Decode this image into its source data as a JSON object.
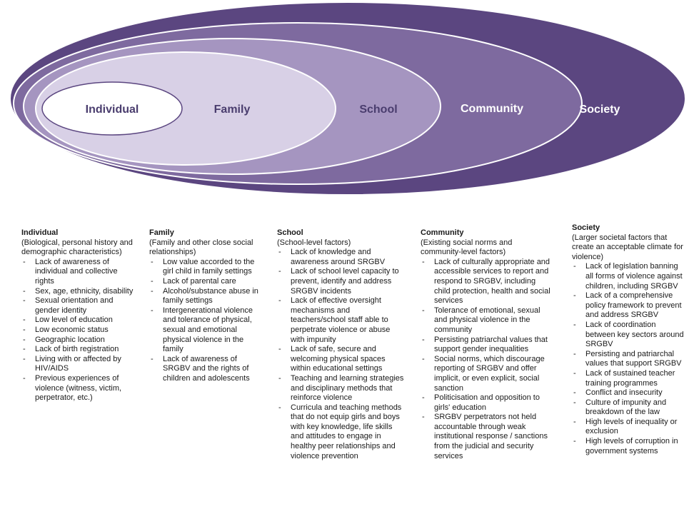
{
  "diagram": {
    "colors": {
      "society": "#5b4680",
      "community": "#7e6a9f",
      "school": "#a595c0",
      "family": "#d8d0e6",
      "individual": "#ffffff",
      "label_inner": "#4a3d6e",
      "label_outer": "#ffffff",
      "ring_stroke": "#ffffff"
    },
    "labels": {
      "individual": "Individual",
      "family": "Family",
      "school": "School",
      "community": "Community",
      "society": "Society"
    }
  },
  "columns": {
    "individual": {
      "title": "Individual",
      "subtitle": "(Biological, personal history and demographic characteristics)",
      "items": [
        "Lack of awareness of individual and collective rights",
        "Sex, age, ethnicity, disability",
        "Sexual orientation and gender identity",
        "Low level of education",
        "Low economic status",
        "Geographic location",
        "Lack of birth registration",
        "Living with or affected by HIV/AIDS",
        "Previous experiences of violence (witness, victim, perpetrator, etc.)"
      ]
    },
    "family": {
      "title": "Family",
      "subtitle": "(Family and other close social relationships)",
      "items": [
        "Low value accorded to the girl child in family settings",
        "Lack of parental care",
        "Alcohol/substance abuse in family settings",
        "Intergenerational violence and tolerance of physical, sexual and emotional physical violence in the family",
        "Lack of awareness of SRGBV and the rights of children and adolescents"
      ]
    },
    "school": {
      "title": "School",
      "subtitle": "(School-level factors)",
      "items": [
        "Lack of knowledge and awareness around SRGBV",
        "Lack of school level capacity to prevent, identify and address SRGBV incidents",
        "Lack of effective oversight mechanisms and teachers/school staff able to perpetrate violence or abuse with impunity",
        "Lack of safe, secure and welcoming physical spaces within educational settings",
        "Teaching and learning strategies and disciplinary methods that reinforce violence",
        "Curricula and teaching methods that do not equip girls and boys with key knowledge, life skills and attitudes to engage in healthy peer relationships and violence prevention"
      ]
    },
    "community": {
      "title": "Community",
      "subtitle": "(Existing social norms and community-level factors)",
      "items": [
        "Lack of culturally appropriate and accessible services to report and respond to SRGBV, including child protection, health and social services",
        "Tolerance of emotional, sexual and physical violence in the community",
        "Persisting patriarchal values that support gender inequalities",
        "Social norms, which discourage reporting of SRGBV and offer implicit, or even explicit, social sanction",
        "Politicisation and opposition to girls' education",
        "SRGBV perpetrators not held accountable through weak institutional response / sanctions from the judicial and security services"
      ]
    },
    "society": {
      "title": "Society",
      "subtitle": "(Larger societal factors that create an acceptable climate for violence)",
      "items": [
        "Lack of legislation banning all forms of violence against children, including SRGBV",
        "Lack of a comprehensive policy framework to prevent and address SRGBV",
        "Lack of coordination between key sectors around SRGBV",
        "Persisting and patriarchal values that support SRGBV",
        "Lack of sustained teacher training programmes",
        "Conflict and insecurity",
        "Culture of impunity and breakdown of the law",
        "High levels of inequality or exclusion",
        "High levels of corruption in government systems"
      ]
    }
  }
}
